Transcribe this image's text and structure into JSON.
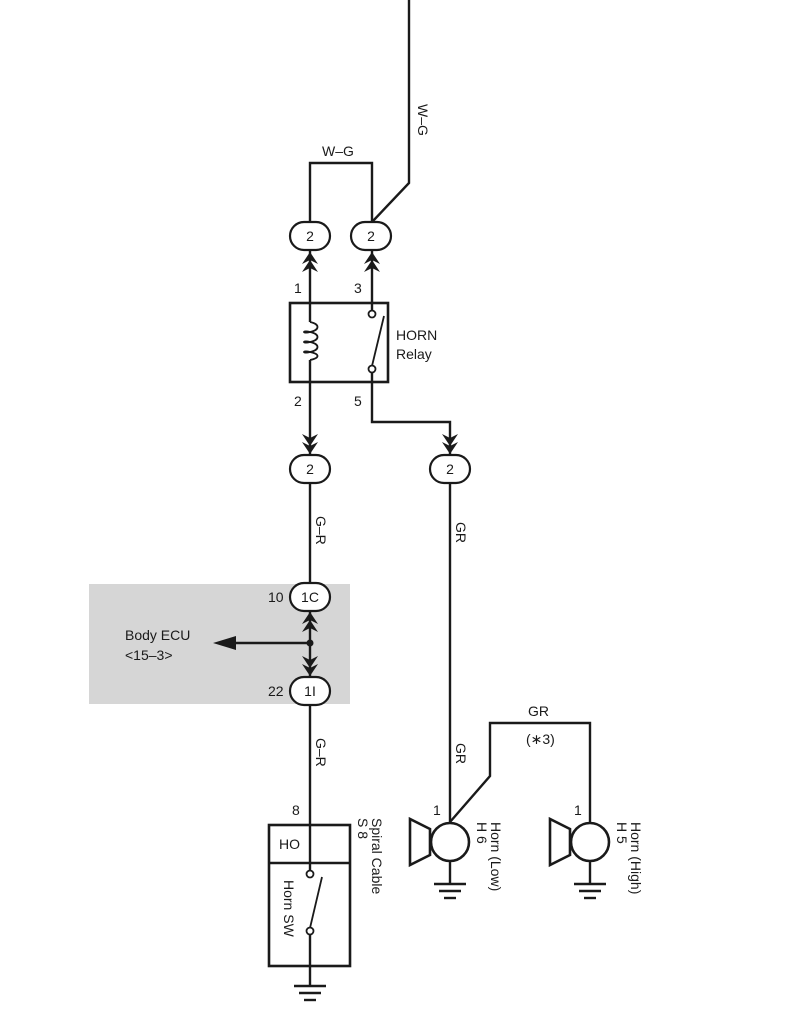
{
  "wires": {
    "wg_top": "W–G",
    "wg_loop": "W–G",
    "gr_upper": "G–R",
    "gr_lower": "G–R",
    "gr_right": "GR",
    "gr_horn": "GR",
    "gr_branch": "GR",
    "option_note": "(∗3)"
  },
  "connectors": {
    "relay_in_left": "2",
    "relay_in_right": "2",
    "relay_out_left": "2",
    "relay_out_right": "2",
    "ecu_upper": "1C",
    "ecu_lower": "1I"
  },
  "pins": {
    "relay_pin1": "1",
    "relay_pin3": "3",
    "relay_pin2": "2",
    "relay_pin5": "5",
    "ecu_upper_pin": "10",
    "ecu_lower_pin": "22",
    "spiral_pin": "8",
    "horn_low_pin": "1",
    "horn_high_pin": "1"
  },
  "relay": {
    "name_line1": "HORN",
    "name_line2": "Relay"
  },
  "ecu": {
    "name": "Body ECU",
    "ref": "<15–3>"
  },
  "spiral": {
    "code": "S 8",
    "name": "Spiral Cable",
    "terminal": "HO",
    "switch": "Horn SW"
  },
  "horn_low": {
    "code": "H 6",
    "name": "Horn (Low)"
  },
  "horn_high": {
    "code": "H 5",
    "name": "Horn (High)"
  },
  "colors": {
    "ecu_shade": "#d6d6d6",
    "line": "#1a1a1a"
  }
}
